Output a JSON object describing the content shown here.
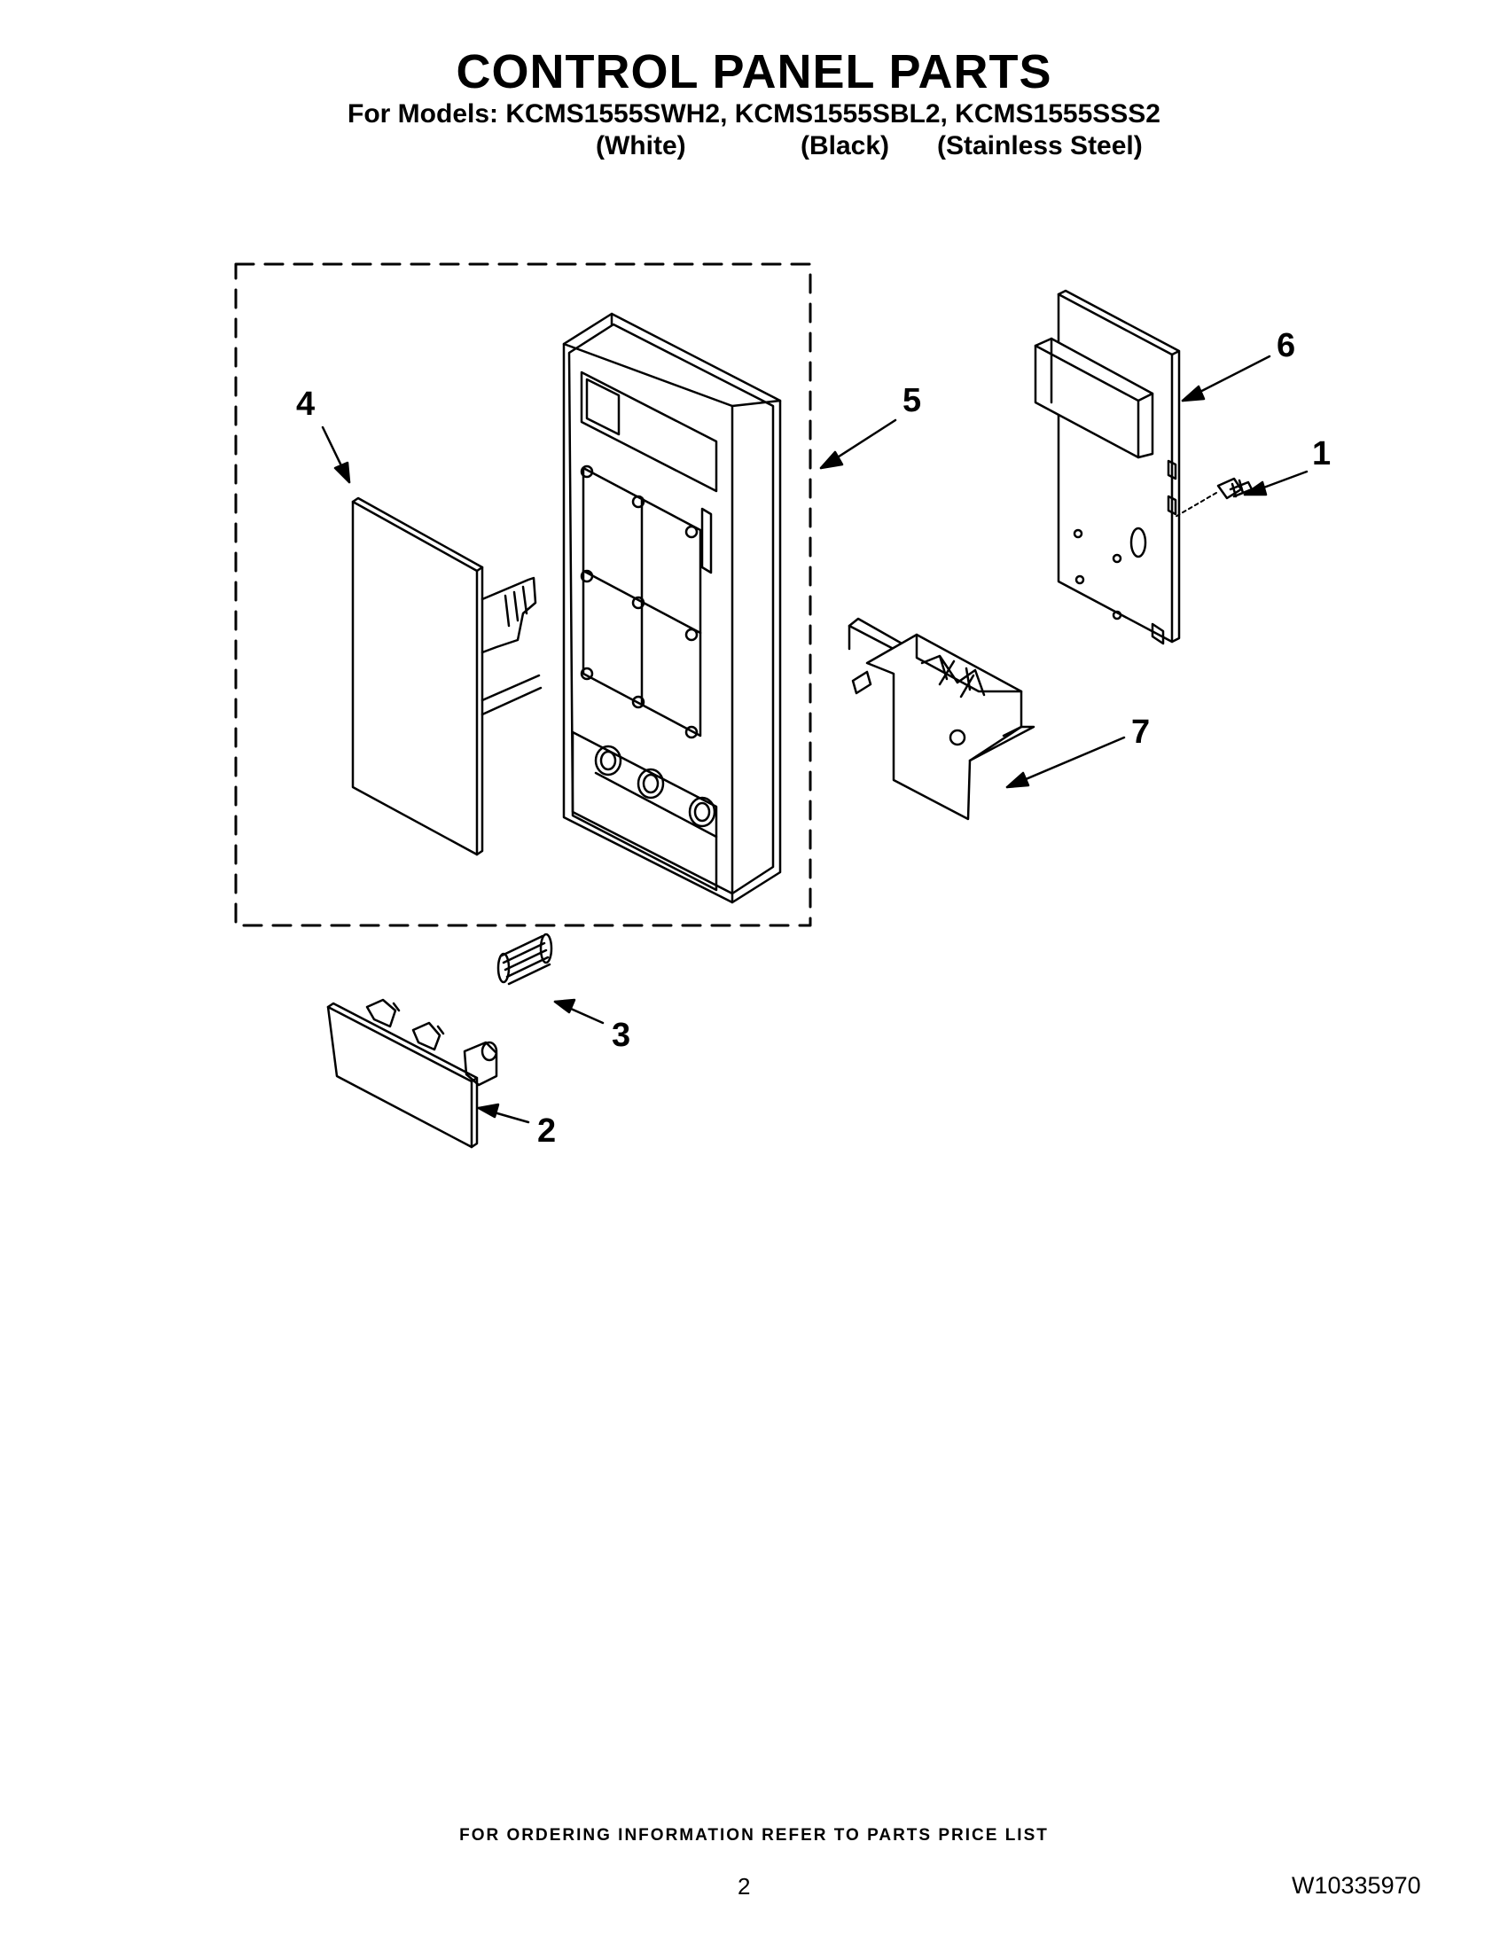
{
  "header": {
    "title": "CONTROL PANEL PARTS",
    "models_line": "For Models: KCMS1555SWH2, KCMS1555SBL2, KCMS1555SSS2",
    "color_white": "(White)",
    "color_black": "(Black)",
    "color_stainless": "(Stainless Steel)"
  },
  "diagram": {
    "callouts": [
      "1",
      "2",
      "3",
      "4",
      "5",
      "6",
      "7"
    ]
  },
  "footer": {
    "note": "FOR ORDERING INFORMATION REFER TO PARTS PRICE LIST",
    "page_number": "2",
    "document_number": "W10335970"
  }
}
